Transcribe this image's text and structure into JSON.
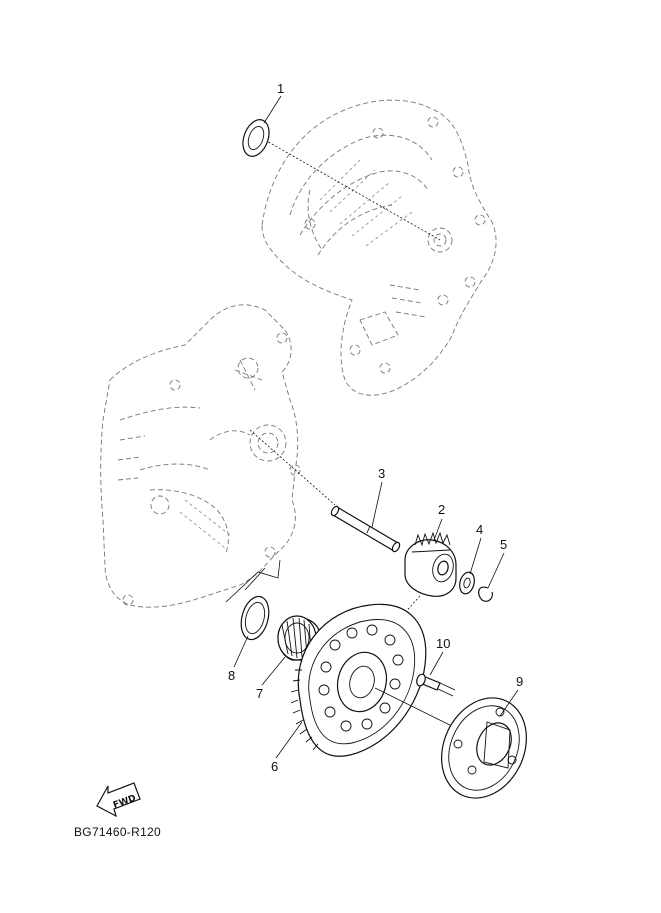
{
  "diagram_code": "BG71460-R120",
  "fwd_label": "FWD",
  "callouts": [
    "1",
    "2",
    "3",
    "4",
    "5",
    "6",
    "7",
    "8",
    "9",
    "10"
  ]
}
